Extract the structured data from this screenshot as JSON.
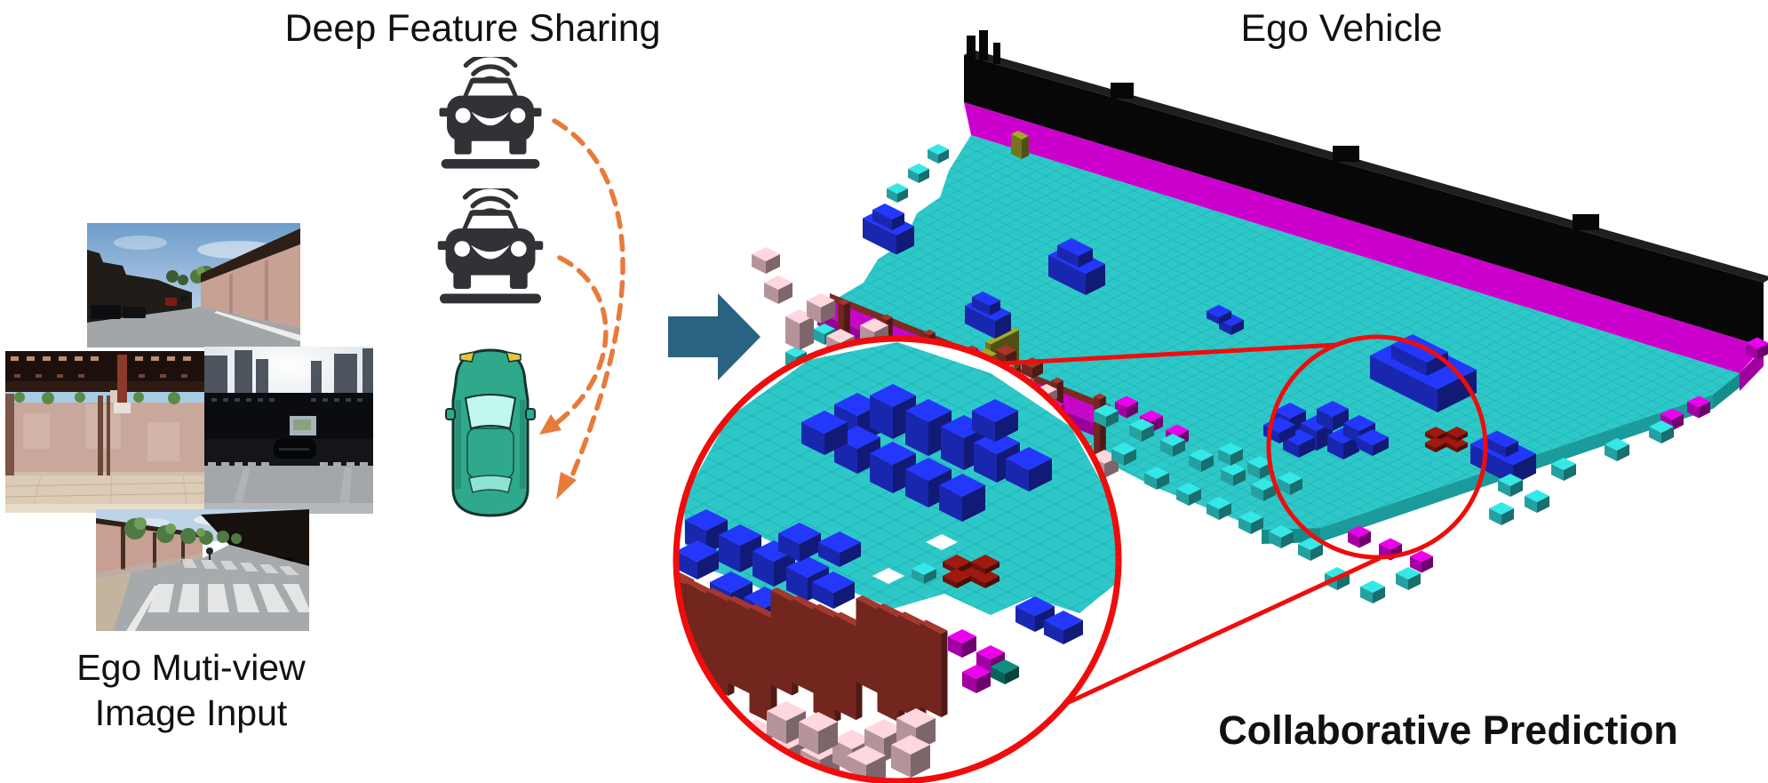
{
  "labels": {
    "deep_feature_sharing": "Deep Feature Sharing",
    "ego_vehicle": "Ego Vehicle",
    "ego_multiview_line1": "Ego Muti-view",
    "ego_multiview_line2": "Image Input",
    "collaborative_prediction": "Collaborative Prediction"
  },
  "icons": {
    "connected_vehicle": "car-front-wifi-icon",
    "ego_vehicle_topdown": "car-top-view-icon",
    "flow_arrow": "right-block-arrow-icon",
    "feature_share_link": "dashed-curved-arrow-icon",
    "magnifier_annotation": "red-zoom-circle"
  },
  "palette": {
    "page_bg": "#FFFFFF",
    "text": "#111111",
    "icon_dark": "#303235",
    "flow_arrow": "#2A6381",
    "share_arrow": "#E87A3B",
    "annotation_red": "#F00C0C",
    "ego_body": "#2EA98C",
    "ego_glass": "#C2F7EE",
    "ego_outline": "#14332C",
    "headlight_yellow": "#E2C53C",
    "voxel_road": "#2EC8C8",
    "voxel_grid": "#0FA3A3",
    "voxel_sidewalk": "#CC00CC",
    "voxel_wall": "#070707",
    "voxel_vehicle": "#1F2FD9",
    "voxel_barrier": "#8E2F26",
    "voxel_pedestrian": "#E2B9BF",
    "voxel_other": "#8F9222",
    "voxel_unknown": "#7B0E86",
    "voxel_dark_teal": "#0E7A6E",
    "plus_red": "#8B150D"
  },
  "voxel_classes": [
    {
      "name": "drivable road",
      "color": "#2EC8C8"
    },
    {
      "name": "lane / sidewalk",
      "color": "#CC00CC"
    },
    {
      "name": "wall / building",
      "color": "#070707"
    },
    {
      "name": "vehicle",
      "color": "#1F2FD9"
    },
    {
      "name": "barrier / pole",
      "color": "#8E2F26"
    },
    {
      "name": "pedestrian / terrain",
      "color": "#E2B9BF"
    },
    {
      "name": "vegetation / other",
      "color": "#8F9222"
    }
  ]
}
